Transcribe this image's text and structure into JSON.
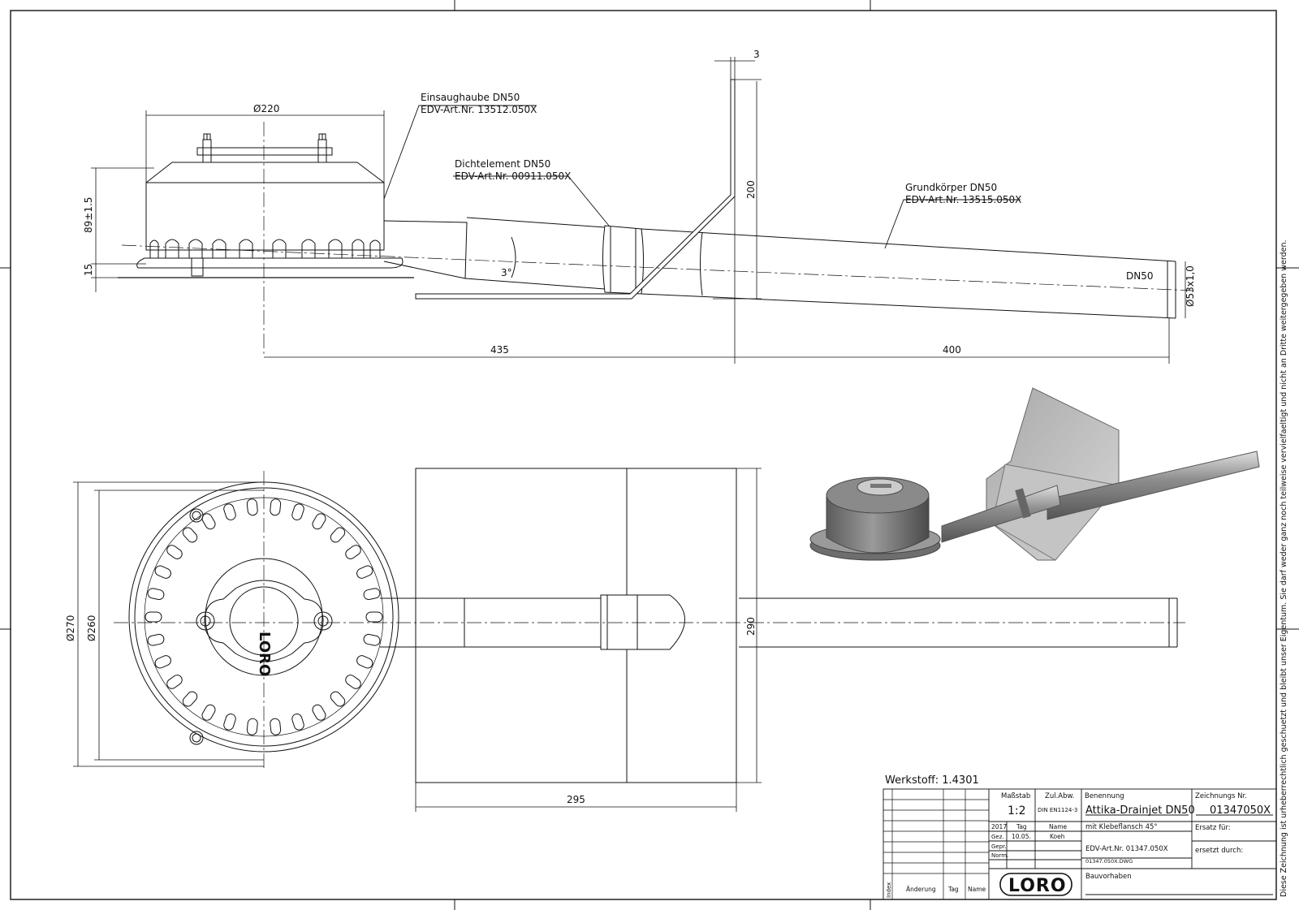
{
  "labels": {
    "hood_name": "Einsaughaube DN50",
    "hood_art": "EDV-Art.Nr. 13512.050X",
    "seal_name": "Dichtelement DN50",
    "seal_art": "EDV-Art.Nr. 00911.050X",
    "body_name": "Grundkörper DN50",
    "body_art": "EDV-Art.Nr. 13515.050X",
    "dn50": "DN50",
    "pipe_dia": "Ø53x1,0",
    "angle": "3°",
    "logo_text": "LORO"
  },
  "dimensions": {
    "d220": "Ø220",
    "h89": "89±1.5",
    "h15": "15",
    "w3": "3",
    "h200": "200",
    "l435": "435",
    "l400": "400",
    "d270": "Ø270",
    "d260": "Ø260",
    "h290": "290",
    "w295": "295"
  },
  "side_note": "Diese Zeichnung ist urheberrechtlich geschuetzt und bleibt unser Eigentum. Sie darf weder ganz noch teilweise vervielfaeltigt und nicht an Dritte weitergegeben werden.",
  "title_block": {
    "material": "Werkstoff:  1.4301",
    "scale_label": "Maßstab",
    "scale_value": "1:2",
    "tol_label": "Zul.Abw.",
    "tol_value": "DIN EN1124-3",
    "desc_label": "Benennung",
    "desc_value": "Attika-Drainjet DN50",
    "desc_sub": "mit Klebeflansch 45°",
    "dwg_no_label": "Zeichnungs Nr.",
    "dwg_no_value": "01347050X",
    "year": "2017",
    "day_label": "Tag",
    "name_label": "Name",
    "drawn_label": "Gez.",
    "drawn_date": "10.05.",
    "drawn_name": "Koeh",
    "checked_label": "Gepr.",
    "norm_label": "Norm.",
    "replacement_for": "Ersatz für:",
    "replaced_by": "ersetzt durch:",
    "art_no": "EDV-Art.Nr. 01347.050X",
    "file": "01347.050X.DWG",
    "project": "Bauvorhaben",
    "index_label": "Index",
    "change_label": "Änderung",
    "rev_day_label": "Tag",
    "rev_name_label": "Name",
    "company_logo": "LORO"
  }
}
